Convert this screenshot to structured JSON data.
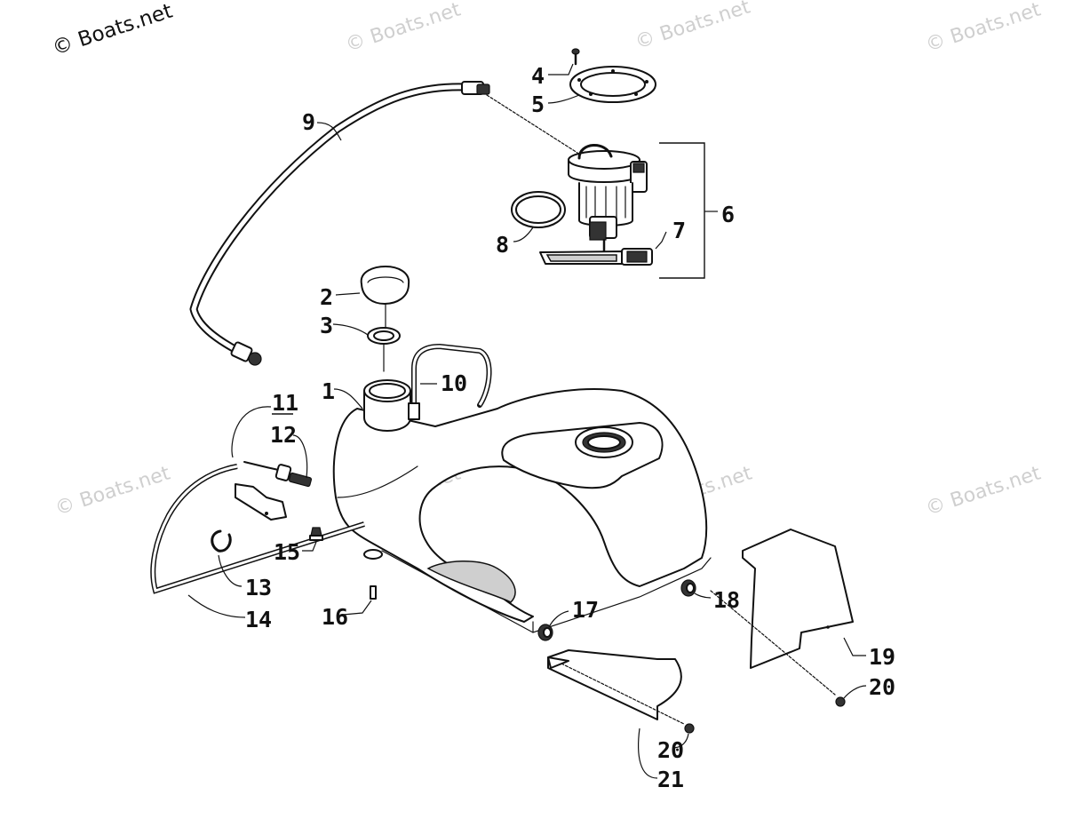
{
  "watermarks": {
    "primary": "© Boats.net",
    "faded": "© Boats.net"
  },
  "callouts": {
    "c1": "1",
    "c2": "2",
    "c3": "3",
    "c4": "4",
    "c5": "5",
    "c6": "6",
    "c7": "7",
    "c8": "8",
    "c9": "9",
    "c10": "10",
    "c11": "11",
    "c12": "12",
    "c13": "13",
    "c14": "14",
    "c15": "15",
    "c16": "16",
    "c17": "17",
    "c18": "18",
    "c19": "19",
    "c20a": "20",
    "c20b": "20",
    "c21": "21"
  },
  "colors": {
    "line": "#111111",
    "watermark": "#cfcfcf",
    "background": "#ffffff"
  }
}
